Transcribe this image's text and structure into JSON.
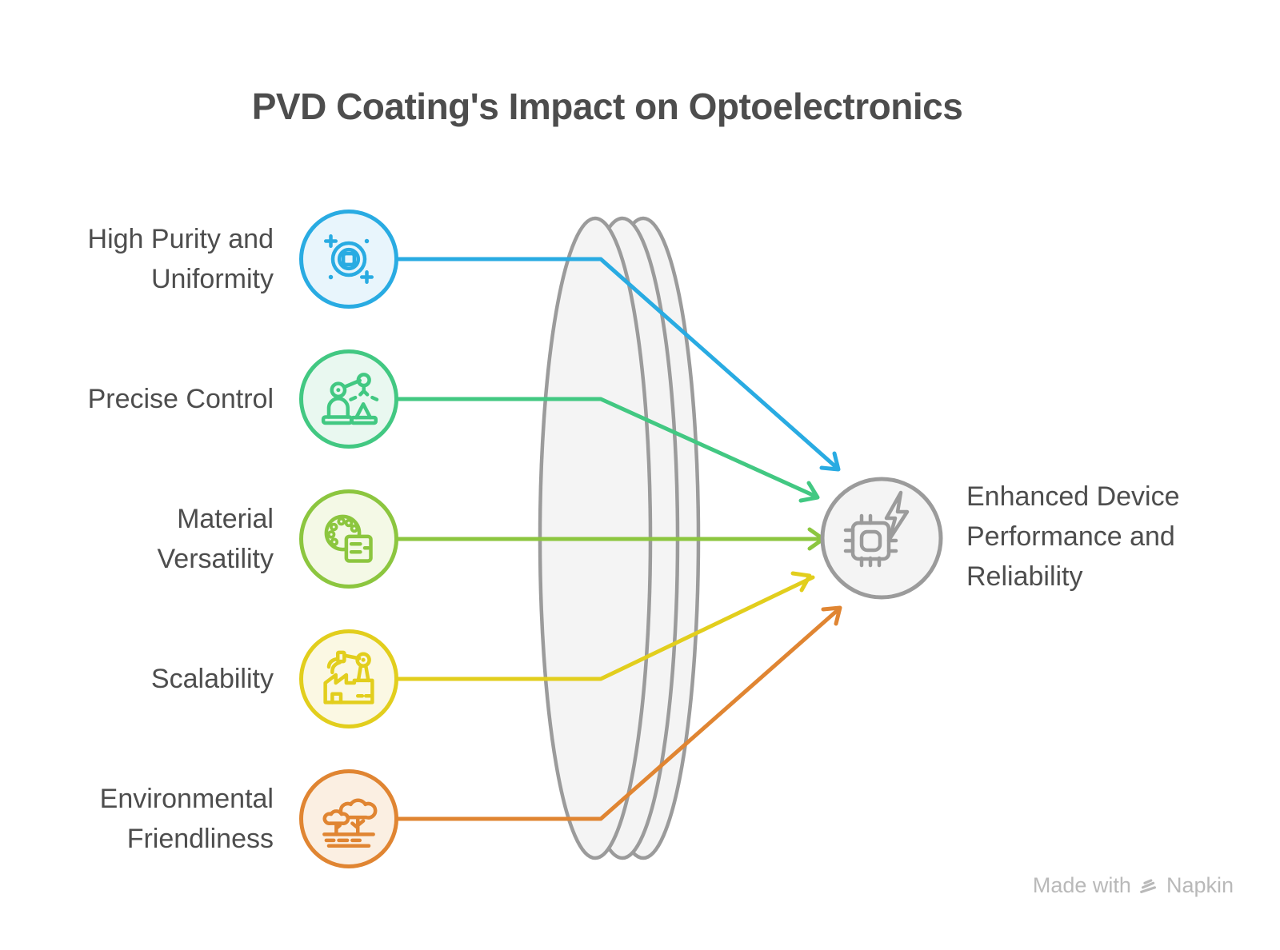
{
  "title": "PVD Coating's Impact on Optoelectronics",
  "items": [
    {
      "label": "High Purity and Uniformity",
      "lines": [
        "High Purity and",
        "Uniformity"
      ],
      "color": "#29ABE2",
      "fill": "#E8F5FC",
      "icon": "calibration-target-icon"
    },
    {
      "label": "Precise Control",
      "lines": [
        "Precise Control"
      ],
      "color": "#42C882",
      "fill": "#E9F8F0",
      "icon": "robot-arm-icon"
    },
    {
      "label": "Material Versatility",
      "lines": [
        "Material",
        "Versatility"
      ],
      "color": "#8CC63F",
      "fill": "#F4F9E6",
      "icon": "material-palette-icon"
    },
    {
      "label": "Scalability",
      "lines": [
        "Scalability"
      ],
      "color": "#E2CE1D",
      "fill": "#FBF8E3",
      "icon": "factory-crane-icon"
    },
    {
      "label": "Environmental Friendliness",
      "lines": [
        "Environmental",
        "Friendliness"
      ],
      "color": "#E08532",
      "fill": "#FBEFE2",
      "icon": "trees-icon"
    }
  ],
  "outcome": {
    "label": "Enhanced Device Performance and Reliability",
    "lines": [
      "Enhanced Device",
      "Performance and",
      "Reliability"
    ],
    "icon": "chip-bolt-icon"
  },
  "palette": {
    "outline_gray": "#9B9B9B",
    "surface_gray": "#F4F4F4",
    "text": "#4D4D4D",
    "footer_text": "#B9B9B9",
    "background": "#FFFFFF"
  },
  "footer": {
    "made_with": "Made with",
    "brand": "Napkin"
  }
}
